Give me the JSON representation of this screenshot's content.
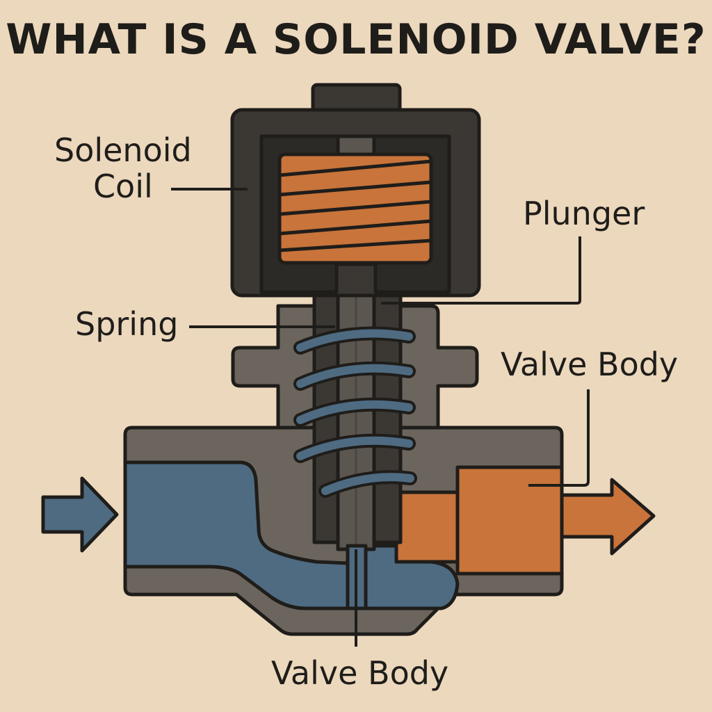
{
  "title": "WHAT IS A SOLENOID VALVE?",
  "labels": {
    "solenoid_coil_line1": "Solenoid",
    "solenoid_coil_line2": "Coil",
    "plunger": "Plunger",
    "spring": "Spring",
    "valve_body_right": "Valve Body",
    "valve_body_bottom": "Valve Body"
  },
  "colors": {
    "background": "#ecd8bd",
    "coil_housing": "#3b3834",
    "valve_body": "#6b655d",
    "copper_coil": "#c8743a",
    "inlet_fluid": "#4e6b82",
    "outlet_fluid": "#c8743a",
    "outline": "#1f1d1a"
  }
}
